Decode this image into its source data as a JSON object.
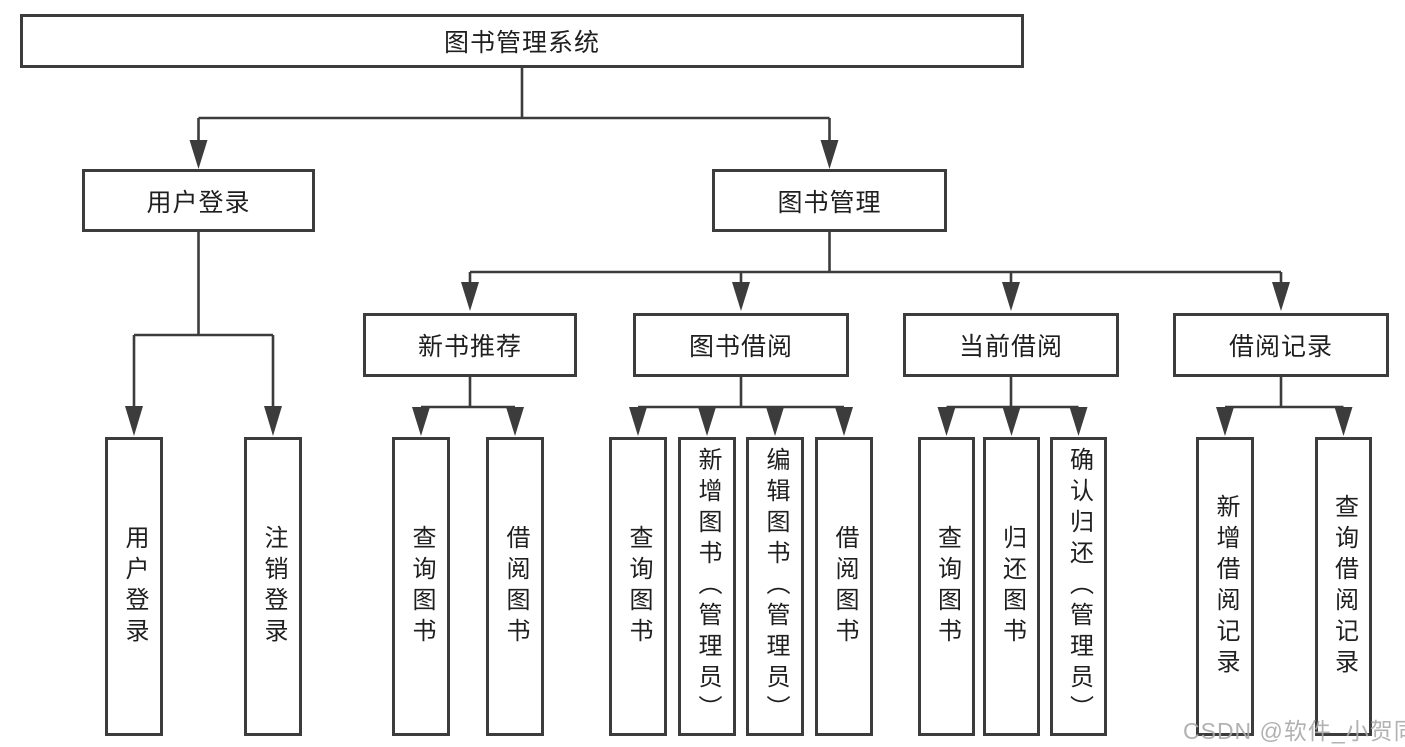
{
  "root": {
    "label": "图书管理系统"
  },
  "level2": [
    {
      "label": "用户登录"
    },
    {
      "label": "图书管理"
    }
  ],
  "level3": [
    {
      "label": "新书推荐"
    },
    {
      "label": "图书借阅"
    },
    {
      "label": "当前借阅"
    },
    {
      "label": "借阅记录"
    }
  ],
  "leaves": {
    "user": [
      "用户登录",
      "注销登录"
    ],
    "recommend": [
      "查询图书",
      "借阅图书"
    ],
    "borrow": [
      "查询图书",
      "新增图书（管理员）",
      "编辑图书（管理员）",
      "借阅图书"
    ],
    "current": [
      "查询图书",
      "归还图书",
      "确认归还（管理员）"
    ],
    "records": [
      "新增借阅记录",
      "查询借阅记录"
    ]
  },
  "watermark": {
    "text": "CSDN @软件_小贺同学"
  },
  "colors": {
    "line": "#3c3c3c",
    "border": "#3c3c3c",
    "text": "#1f1f1f",
    "background": "#ffffff",
    "watermark": "#aaaaaa"
  }
}
